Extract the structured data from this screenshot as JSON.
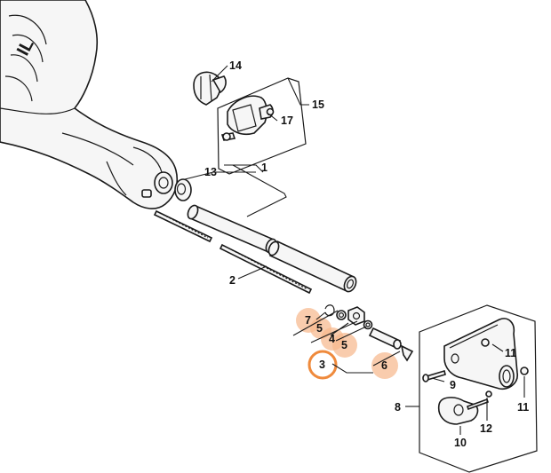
{
  "diagram": {
    "parts": [
      {
        "id": "p1",
        "number": "1"
      },
      {
        "id": "p2",
        "number": "2"
      },
      {
        "id": "p3",
        "number": "3"
      },
      {
        "id": "p4",
        "number": "4"
      },
      {
        "id": "p5a",
        "number": "5"
      },
      {
        "id": "p5b",
        "number": "5"
      },
      {
        "id": "p6",
        "number": "6"
      },
      {
        "id": "p7",
        "number": "7"
      },
      {
        "id": "p8",
        "number": "8"
      },
      {
        "id": "p9",
        "number": "9"
      },
      {
        "id": "p10",
        "number": "10"
      },
      {
        "id": "p11a",
        "number": "11"
      },
      {
        "id": "p11b",
        "number": "11"
      },
      {
        "id": "p12",
        "number": "12"
      },
      {
        "id": "p13",
        "number": "13"
      },
      {
        "id": "p14",
        "number": "14"
      },
      {
        "id": "p15",
        "number": "15"
      },
      {
        "id": "p17",
        "number": "17"
      }
    ],
    "highlighted_parts": [
      "7",
      "5",
      "4",
      "5",
      "6"
    ],
    "selected_part": "3",
    "colors": {
      "highlight": "#f6b98e",
      "selection_ring": "#ef8a3c",
      "line": "#1a1a1a"
    }
  }
}
